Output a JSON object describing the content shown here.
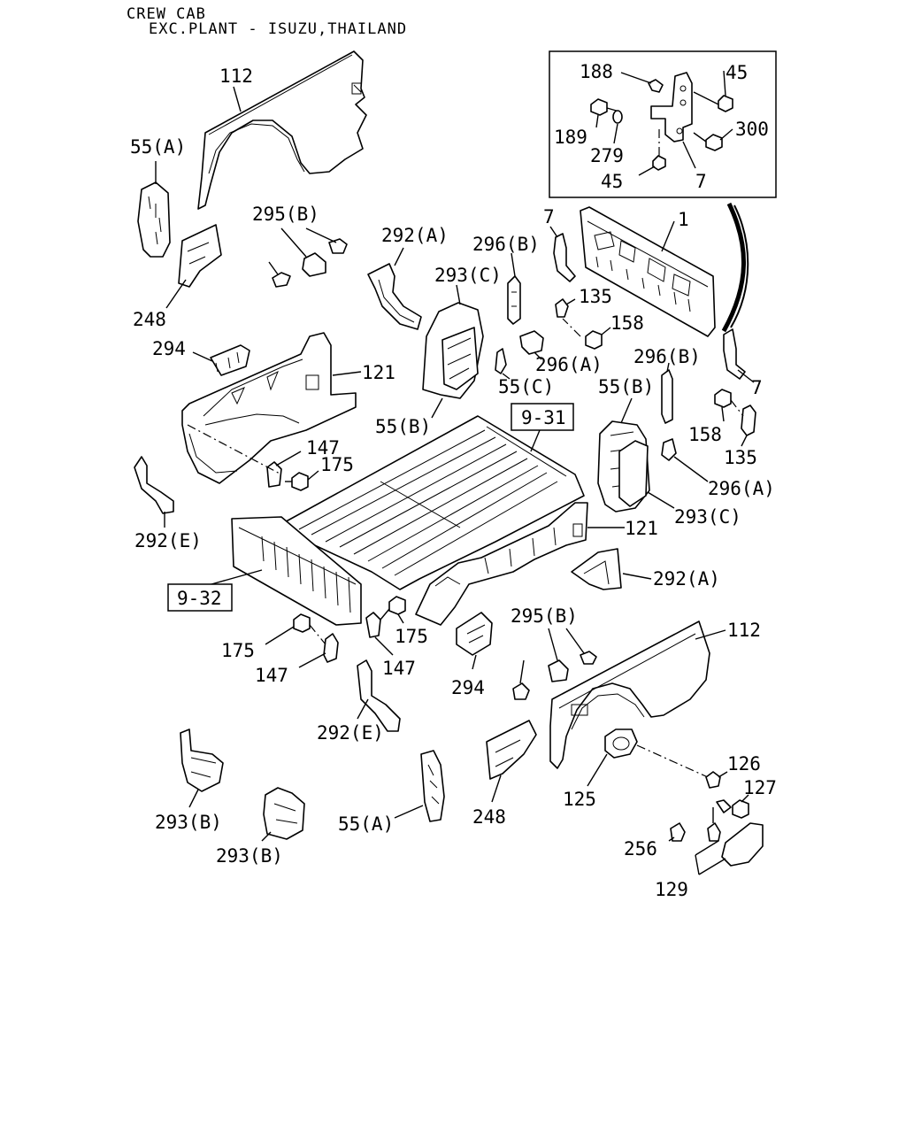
{
  "header": {
    "line1": "CREW CAB",
    "line2": "EXC.PLANT - ISUZU,THAILAND"
  },
  "refs": {
    "r931": "9-31",
    "r932": "9-32"
  },
  "labels": {
    "l112a": "112",
    "l55a_top": "55(A)",
    "l295b_top": "295(B)",
    "l248_top": "248",
    "l294_top": "294",
    "l121_top": "121",
    "l292a_top": "292(A)",
    "l293c_top": "293(C)",
    "l296b_top": "296(B)",
    "l55c": "55(C)",
    "l55b_left": "55(B)",
    "l147_top": "147",
    "l175_top": "175",
    "l292e_top": "292(E)",
    "l7_top": "7",
    "l1": "1",
    "l135_top": "135",
    "l158_top": "158",
    "l296a_top": "296(A)",
    "l296b_right": "296(B)",
    "l7_right": "7",
    "l55b_right": "55(B)",
    "l158_right": "158",
    "l135_right": "135",
    "l296a_right": "296(A)",
    "l293c_right": "293(C)",
    "l121_mid": "121",
    "l292a_right": "292(A)",
    "l295b_bot": "295(B)",
    "l112b": "112",
    "l175_mid": "175",
    "l147_mid": "147",
    "l175_bot": "175",
    "l147_bot": "147",
    "l294_bot": "294",
    "l292e_bot": "292(E)",
    "l293b_1": "293(B)",
    "l293b_2": "293(B)",
    "l55a_bot": "55(A)",
    "l248_bot": "248",
    "l125": "125",
    "l126": "126",
    "l127": "127",
    "l256": "256",
    "l129": "129"
  },
  "inset": {
    "l188": "188",
    "l45a": "45",
    "l300": "300",
    "l189": "189",
    "l279": "279",
    "l45b": "45",
    "l7": "7"
  }
}
